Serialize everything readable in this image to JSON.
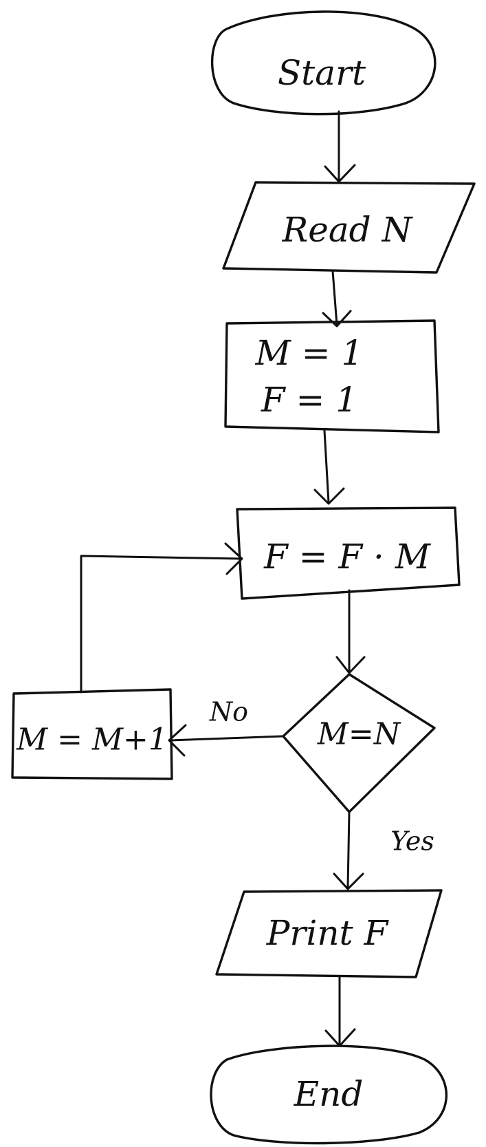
{
  "diagram": {
    "nodes": {
      "start": {
        "label": "Start"
      },
      "read": {
        "label": "Read N"
      },
      "init": {
        "line1": "M = 1",
        "line2": "F = 1"
      },
      "multiply": {
        "label": "F = F · M"
      },
      "decision": {
        "label": "M=N"
      },
      "increment": {
        "label": "M = M+1"
      },
      "print": {
        "label": "Print F"
      },
      "end": {
        "label": "End"
      }
    },
    "edges": {
      "no_label": "No",
      "yes_label": "Yes"
    }
  }
}
